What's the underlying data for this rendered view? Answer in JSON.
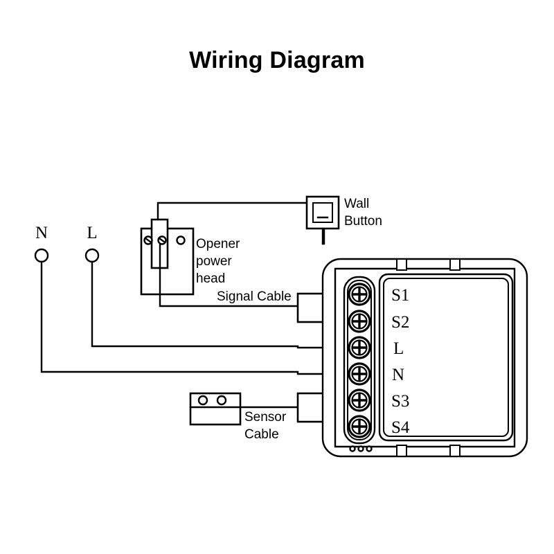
{
  "title": "Wiring Diagram",
  "mains": {
    "neutral_label": "N",
    "live_label": "L"
  },
  "opener": {
    "label_line1": "Opener",
    "label_line2": "power",
    "label_line3": "head"
  },
  "wall_button": {
    "label_line1": "Wall",
    "label_line2": "Button"
  },
  "cables": {
    "signal_label": "Signal Cable",
    "sensor_label_line1": "Sensor",
    "sensor_label_line2": "Cable"
  },
  "device": {
    "terminals": [
      {
        "id": "s1",
        "label": "S1"
      },
      {
        "id": "s2",
        "label": "S2"
      },
      {
        "id": "l",
        "label": "L"
      },
      {
        "id": "n",
        "label": "N"
      },
      {
        "id": "s3",
        "label": "S3"
      },
      {
        "id": "s4",
        "label": "S4"
      }
    ]
  },
  "colors": {
    "stroke": "#000000",
    "background": "#ffffff"
  }
}
